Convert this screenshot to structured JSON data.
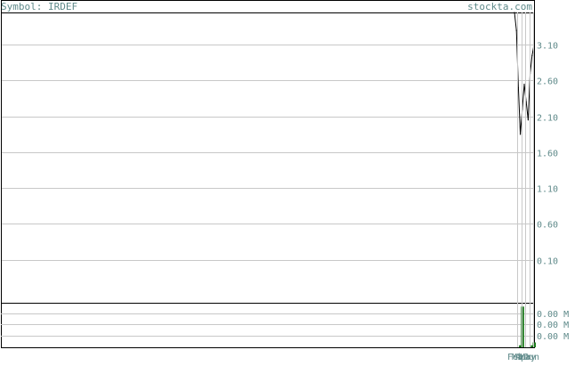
{
  "header": {
    "symbol_label": "Symbol: IRDEF",
    "brand": "stockta.com"
  },
  "colors": {
    "text": "#5f8a8a",
    "grid": "#c8c8c8",
    "border": "#000000",
    "price_line": "#000000",
    "volume_bar": "#1a7a1a"
  },
  "chart_data": [
    {
      "type": "line",
      "panel": "price",
      "y_ticks": [
        3.1,
        2.6,
        2.1,
        1.6,
        1.1,
        0.6,
        0.1
      ],
      "y_tick_labels": [
        "3.10",
        "2.60",
        "2.10",
        "1.60",
        "1.10",
        "0.60",
        "0.10"
      ],
      "ylim": [
        -0.5,
        3.55
      ],
      "x_ticks": [
        "Feb",
        "Mar",
        "Apr",
        "May",
        "Jun"
      ],
      "points": [
        {
          "x": 0,
          "y": 3.55
        },
        {
          "x": 1,
          "y": 3.3
        },
        {
          "x": 2,
          "y": 2.5
        },
        {
          "x": 3,
          "y": 1.85
        },
        {
          "x": 4,
          "y": 2.2
        },
        {
          "x": 5,
          "y": 2.55
        },
        {
          "x": 6,
          "y": 2.3
        },
        {
          "x": 7,
          "y": 2.05
        },
        {
          "x": 8,
          "y": 2.7
        },
        {
          "x": 9,
          "y": 2.95
        },
        {
          "x": 10,
          "y": 3.1
        }
      ],
      "grid": true
    },
    {
      "type": "bar",
      "panel": "volume",
      "y_tick_labels": [
        "0.00 M",
        "0.00 M",
        "0.00 M"
      ],
      "bars": [
        {
          "x": 3,
          "value": 0.05
        },
        {
          "x": 4,
          "value": 1.0
        },
        {
          "x": 9,
          "value": 0.05
        },
        {
          "x": 10,
          "value": 0.12
        }
      ],
      "ylim": [
        0,
        1.05
      ],
      "grid": true
    }
  ]
}
